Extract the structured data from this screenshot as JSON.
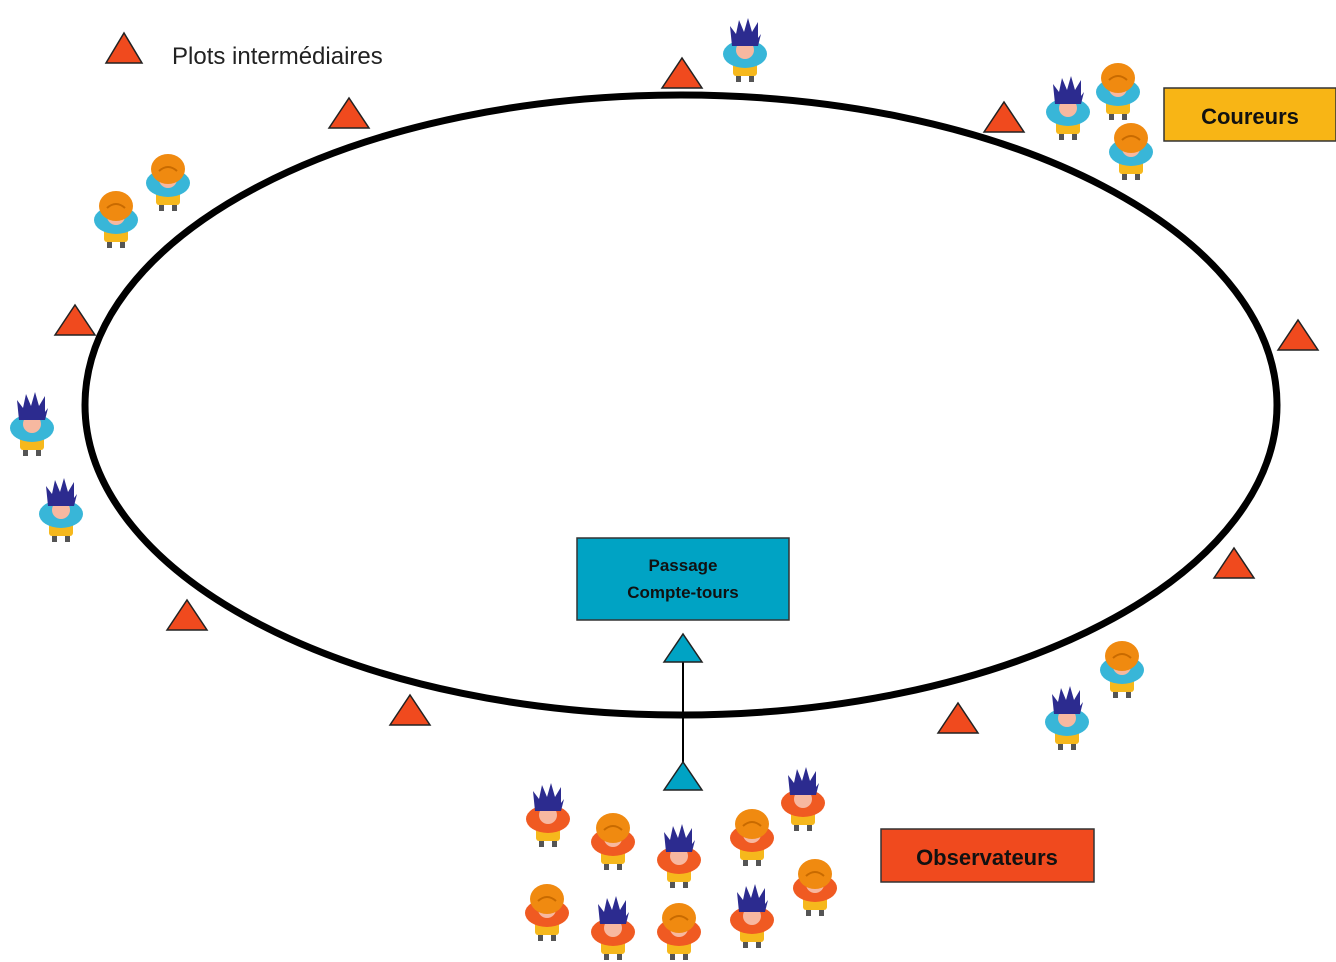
{
  "legend": {
    "label": "Plots intermédiaires",
    "icon": "orange-triangle-icon"
  },
  "labels": {
    "coureurs": "Coureurs",
    "observateurs": "Observateurs",
    "passage_line1": "Passage",
    "passage_line2": "Compte-tours"
  },
  "colors": {
    "plot": "#f04a1e",
    "passage": "#00a3c4",
    "coureurs_box": "#f8b515",
    "observateurs_box": "#f04a1e",
    "track": "#000000",
    "runner_shirt": "#38b6d8",
    "observer_shirt": "#f05a22",
    "hair_blue": "#2c2b8f",
    "hair_orange": "#f08a10",
    "pants": "#f6b81c"
  },
  "icons": {
    "plot": "orange-triangle-icon",
    "passage_marker": "blue-triangle-icon",
    "runner": "runner-figure-icon",
    "observer": "observer-figure-icon"
  }
}
